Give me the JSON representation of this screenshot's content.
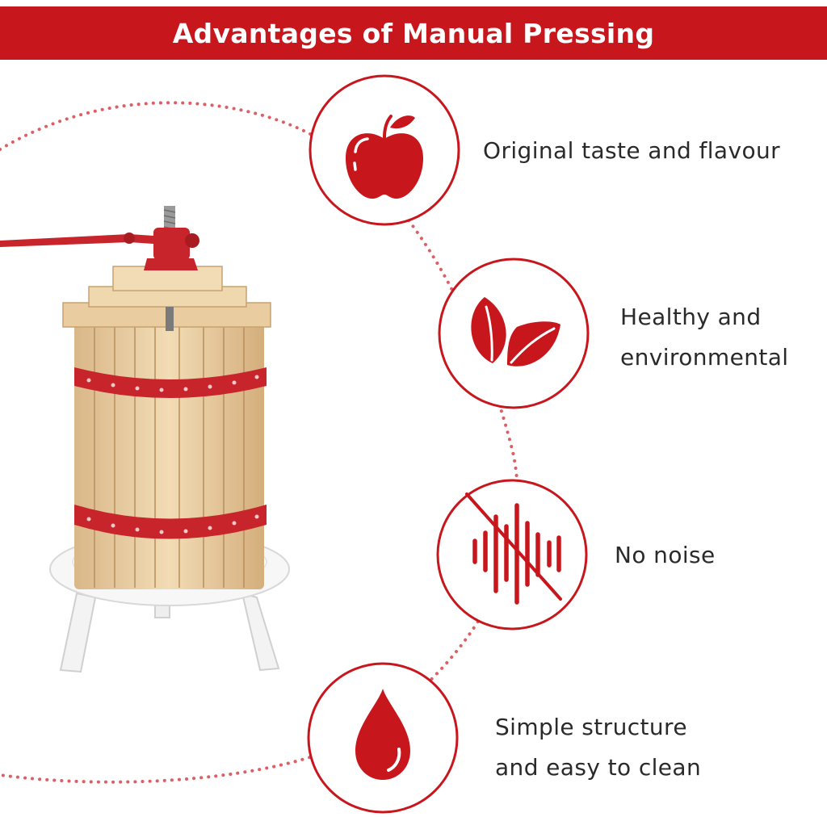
{
  "banner": {
    "title": "Advantages of Manual Pressing"
  },
  "colors": {
    "accent": "#c8161d",
    "text": "#2a2a2a",
    "background": "#ffffff"
  },
  "features": [
    {
      "icon": "apple-icon",
      "lines": [
        "Original taste and flavour"
      ]
    },
    {
      "icon": "leaves-icon",
      "lines": [
        "Healthy and",
        "environmental"
      ]
    },
    {
      "icon": "no-noise-icon",
      "lines": [
        "No noise"
      ]
    },
    {
      "icon": "water-drop-icon",
      "lines": [
        "Simple structure",
        "and easy to clean"
      ]
    }
  ]
}
